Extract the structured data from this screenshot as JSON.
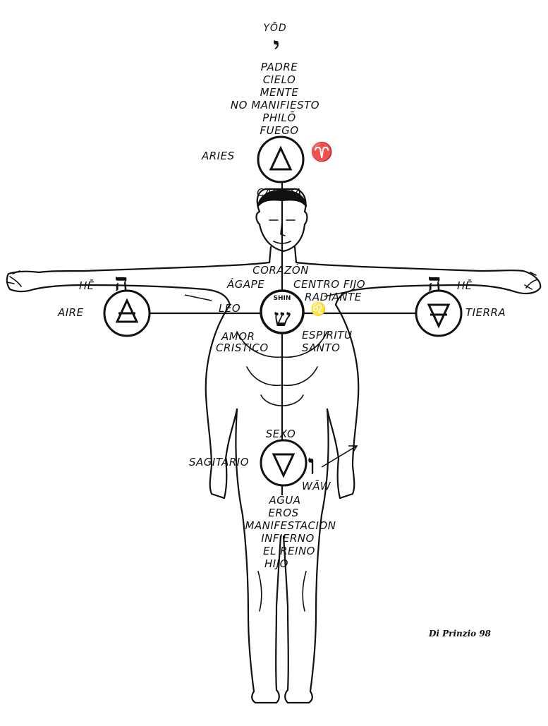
{
  "top": {
    "letter_name": "YŌD",
    "letter_glyph": "י",
    "words": [
      "PADRE",
      "CIELO",
      "MENTE",
      "NO MANIFIESTO",
      "PHILŌ",
      "FUEGO"
    ]
  },
  "aries": {
    "label": "ARIES",
    "sign": "♈"
  },
  "head_label": "CABEZA",
  "left": {
    "letter_name": "HĒ",
    "letter_glyph": "ה",
    "element": "AIRE"
  },
  "right": {
    "letter_name": "HĒ",
    "letter_glyph": "ה",
    "element": "TIERRA"
  },
  "center": {
    "line1": "CORAZÓN",
    "agape": "ÁGAPE",
    "centro": "CENTRO FIJO",
    "radiante": "RADIANTE",
    "leo": "LEO",
    "leo_sign": "♌",
    "shin_name": "SHIN",
    "shin_glyph": "ש",
    "amor": [
      "AMOR",
      "CRISTICO"
    ],
    "espiritu": [
      "ESPIRITU",
      "SANTO"
    ]
  },
  "lower": {
    "sexo": "SEXO",
    "sagitario": "SAGITARIO",
    "waw_name": "WĀW",
    "waw_glyph": "ו",
    "words": [
      "AGUA",
      "EROS",
      "MANIFESTACION",
      "INFIERNO",
      "EL REINO",
      "HIJO"
    ]
  },
  "signature": "Di Prinzio 98",
  "colors": {
    "ink": "#111111",
    "paper": "#ffffff"
  }
}
